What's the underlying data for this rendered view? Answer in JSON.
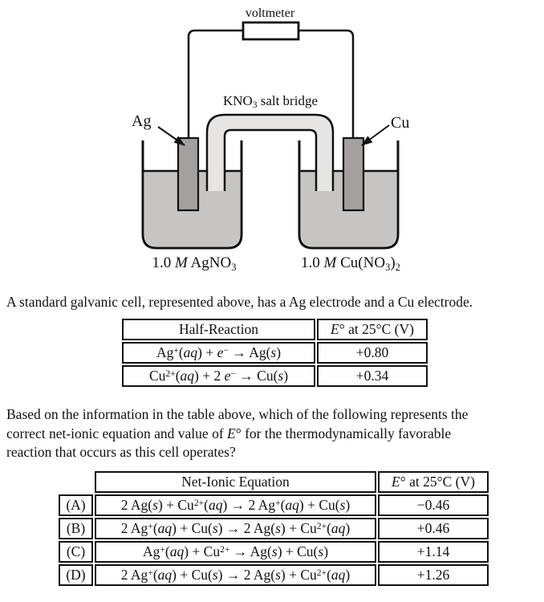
{
  "diagram": {
    "voltmeter_label": "voltmeter",
    "salt_bridge_label": "KNO_{3} salt bridge",
    "left_electrode_label": "Ag",
    "right_electrode_label": "Cu",
    "left_solution_label": "1.0 *M* AgNO_{3}",
    "right_solution_label": "1.0 *M* Cu(NO_{3})_{2}",
    "colors": {
      "solution": "#c6c5c3",
      "electrode": "#a5a09d",
      "salt_bridge": "#e6e5e3",
      "outline": "#111111"
    }
  },
  "intro_text": "A standard galvanic cell, represented above, has a Ag electrode and a Cu electrode.",
  "half_reaction_table": {
    "headers": [
      "Half-Reaction",
      "*E*° at 25°C (V)"
    ],
    "rows": [
      {
        "reaction": "Ag^{+}(*aq*) + *e*^{−} → Ag(*s*)",
        "potential": "+0.80"
      },
      {
        "reaction": "Cu^{2+}(*aq*) + 2 *e*^{−} → Cu(*s*)",
        "potential": "+0.34"
      }
    ]
  },
  "question_lines": [
    "Based on the information in the table above, which of the following represents the",
    "correct net-ionic equation and value of *E*° for the thermodynamically favorable",
    "reaction that occurs as this cell operates?"
  ],
  "answer_table": {
    "headers": [
      "Net-Ionic Equation",
      "*E*° at 25°C (V)"
    ],
    "rows": [
      {
        "label": "(A)",
        "equation": "2 Ag(*s*) + Cu^{2+}(*aq*) → 2 Ag^{+}(*aq*) + Cu(*s*)",
        "potential": "−0.46"
      },
      {
        "label": "(B)",
        "equation": "2 Ag^{+}(*aq*) + Cu(*s*) → 2 Ag(*s*) + Cu^{2+}(*aq*)",
        "potential": "+0.46"
      },
      {
        "label": "(C)",
        "equation": "Ag^{+}(*aq*) + Cu^{2+} → Ag(*s*) + Cu(*s*)",
        "potential": "+1.14"
      },
      {
        "label": "(D)",
        "equation": "2 Ag^{+}(*aq*) + Cu(*s*) → 2 Ag(*s*) + Cu^{2+}(*aq*)",
        "potential": "+1.26"
      }
    ]
  }
}
